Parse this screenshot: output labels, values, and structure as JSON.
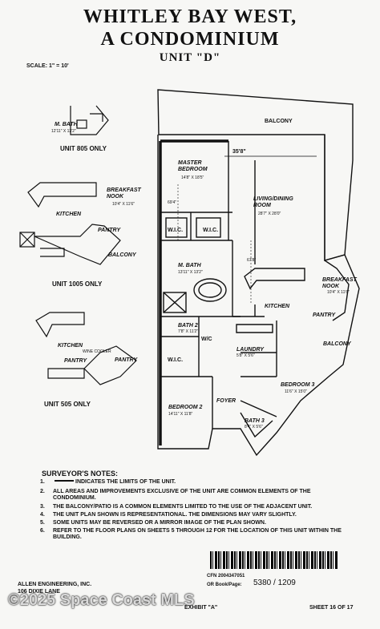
{
  "title": {
    "line1": "WHITLEY BAY WEST,",
    "line2": "A CONDOMINIUM",
    "line3": "UNIT \"D\""
  },
  "scale": "SCALE: 1\" = 10'",
  "plan_labels": {
    "balcony_top": "BALCONY",
    "dimension_top": "35'8\"",
    "master_bedroom": "MASTER BEDROOM",
    "master_bedroom_size": "14'8\" X 18'5\"",
    "living_dining": "LIVING/DINING ROOM",
    "living_dining_size": "28'7\" X 28'0\"",
    "dim_left": "69'4\"",
    "dim_mid": "67'8\"",
    "wic1": "W.I.C.",
    "wic2": "W.I.C.",
    "m_bath": "M. BATH",
    "m_bath_size": "13'11\" X 13'2\"",
    "breakfast_nook": "BREAKFAST NOOK",
    "breakfast_nook_size": "10'4\" X 11'6\"",
    "kitchen": "KITCHEN",
    "pantry": "PANTRY",
    "balcony_right": "BALCONY",
    "bath2": "BATH 2",
    "bath2_size": "7'8\" X 11'2\"",
    "wic3": "W.I.C.",
    "wc": "W/C",
    "laundry": "LAUNDRY",
    "laundry_size": "5'8\" X 5'6\"",
    "bedroom3": "BEDROOM 3",
    "bedroom3_size": "11'6\" X 15'0\"",
    "foyer": "FOYER",
    "bedroom2": "BEDROOM 2",
    "bedroom2_size": "14'11\" X 11'8\"",
    "bath3": "BATH 3",
    "bath3_size": "8'4\" X 5'6\""
  },
  "insets": {
    "unit805": {
      "label": "UNIT 805 ONLY",
      "m_bath": "M. BATH",
      "m_bath_size": "12'11\" X 13'2\""
    },
    "unit1005": {
      "label": "UNIT 1005 ONLY",
      "breakfast_nook": "BREAKFAST NOOK",
      "breakfast_nook_size": "10'4\" X 11'6\"",
      "kitchen": "KITCHEN",
      "pantry": "PANTRY",
      "balcony": "BALCONY"
    },
    "unit505": {
      "label": "UNIT 505 ONLY",
      "kitchen": "KITCHEN",
      "wine_cooler": "WINE COOLER",
      "pantry1": "PANTRY",
      "pantry2": "PANTRY"
    }
  },
  "notes": {
    "title": "SURVEYOR'S NOTES:",
    "items": [
      {
        "num": "1.",
        "text": "INDICATES THE LIMITS OF THE UNIT."
      },
      {
        "num": "2.",
        "text": "ALL AREAS AND IMPROVEMENTS EXCLUSIVE OF THE UNIT ARE COMMON ELEMENTS OF THE CONDOMINIUM."
      },
      {
        "num": "3.",
        "text": "THE BALCONY/PATIO IS A COMMON ELEMENTS LIMITED TO THE USE OF THE ADJACENT UNIT."
      },
      {
        "num": "4.",
        "text": "THE UNIT PLAN SHOWN IS REPRESENTATIONAL. THE DIMENSIONS MAY VARY SLIGHTLY."
      },
      {
        "num": "5.",
        "text": "SOME UNITS MAY BE REVERSED OR A MIRROR IMAGE OF THE PLAN SHOWN."
      },
      {
        "num": "6.",
        "text": "REFER TO THE FLOOR PLANS ON SHEETS 5 THROUGH 12 FOR THE LOCATION OF THIS UNIT WITHIN THE BUILDING."
      }
    ]
  },
  "footer": {
    "company": "ALLEN ENGINEERING, INC.",
    "address": "106 DIXIE LANE",
    "cfn": "CFN 2004347051",
    "book_label": "OR Book/Page:",
    "book_value": "5380 / 1209",
    "exhibit": "EXHIBIT \"A\"",
    "sheet": "SHEET 16 OF 17"
  },
  "watermark": "©2025 Space Coast MLS"
}
